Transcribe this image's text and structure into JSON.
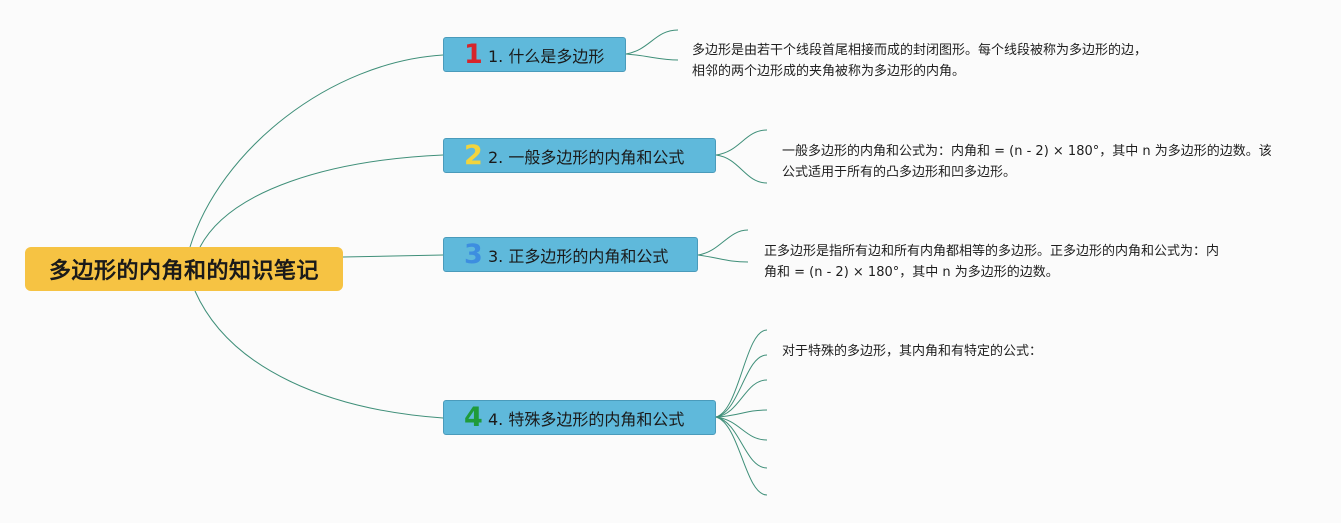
{
  "root": {
    "label": "多边形的内角和的知识笔记",
    "color": "#f6c343"
  },
  "branches": [
    {
      "number": "1",
      "number_color": "#d6252b",
      "label": "1. 什么是多边形",
      "note_lines": [
        "多边形是由若干个线段首尾相接而成的封闭图形。每个线段被称为多边形的边，",
        "相邻的两个边形成的夹角被称为多边形的内角。"
      ]
    },
    {
      "number": "2",
      "number_color": "#f2d43d",
      "label": "2. 一般多边形的内角和公式",
      "note_lines": [
        "一般多边形的内角和公式为：内角和 = (n - 2) × 180°，其中 n 为多边形的边数。该",
        "公式适用于所有的凸多边形和凹多边形。"
      ]
    },
    {
      "number": "3",
      "number_color": "#3d8ee0",
      "label": "3. 正多边形的内角和公式",
      "note_lines": [
        "正多边形是指所有边和所有内角都相等的多边形。正多边形的内角和公式为：内",
        "角和 = (n - 2) × 180°，其中 n 为多边形的边数。"
      ]
    },
    {
      "number": "4",
      "number_color": "#1f9b3a",
      "label": "4. 特殊多边形的内角和公式",
      "note_lines": [
        "对于特殊的多边形，其内角和有特定的公式："
      ]
    }
  ],
  "colors": {
    "connector": "#3f8f79",
    "branch_fill": "#5fb9db",
    "background": "#fbfbfb"
  }
}
